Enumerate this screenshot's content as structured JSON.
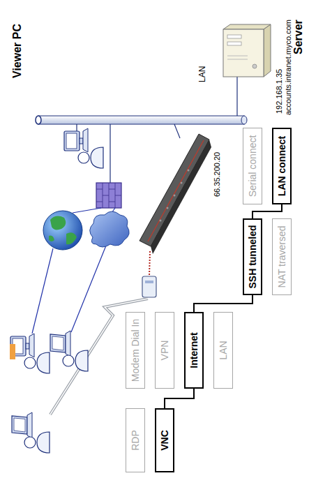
{
  "diagram": {
    "nodes": [
      {
        "text": [
          "RDP"
        ]
      },
      {
        "text": [
          "VNC"
        ]
      },
      {
        "text": [
          "Modem Dial In"
        ]
      },
      {
        "text": [
          "VPN"
        ]
      },
      {
        "text": [
          "Internet"
        ]
      },
      {
        "text": [
          "LAN"
        ]
      },
      {
        "text": [
          "SSH tunneled"
        ]
      },
      {
        "text": [
          "NAT traversed"
        ]
      },
      {
        "text": [
          "Serial connect"
        ]
      },
      {
        "text": [
          "LAN connect"
        ]
      }
    ],
    "edges": [
      {
        "from": 1,
        "to": 4,
        "arrow": "none"
      },
      {
        "from": 4,
        "to": 6,
        "arrow": "none"
      },
      {
        "from": 6,
        "to": 9,
        "arrow": "none"
      }
    ],
    "labels": [
      "Viewer PC",
      "Server",
      "LAN",
      "192.168.1.35",
      "accounts.intranet.myco.com",
      "66.35.200.20"
    ]
  }
}
